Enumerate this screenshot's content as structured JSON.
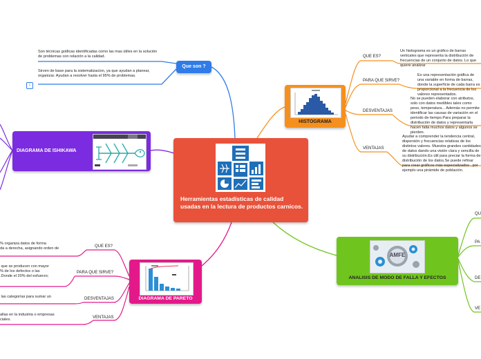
{
  "center": {
    "title": "Herramientas estadísticas  de calidad usadas en la lectura de productos carnicos."
  },
  "que_son": {
    "label": "Que son ?",
    "texts": [
      "Son técnicas gráficas identificadas como las mas útiles en la solución de problemas con relación a la calidad.",
      "Sirven de base para la sistematizacion, ya que ayudan a planear, organizar. Ayudan a resolver hasta el 95% de problemas."
    ],
    "info_icon": "info-icon"
  },
  "ishikawa": {
    "title": "DIAGRAMA DE ISHIKAWA"
  },
  "histograma": {
    "title": "HISTOGRAMA",
    "items": [
      {
        "label": "QUE ES?",
        "text": "Un histograma es un gráfico de barras verticales que representa la distribución de frecuencias de un conjunto de datos. Lo que quiere analizar"
      },
      {
        "label": "PARA QUE SIRVE?",
        "text": "Es una representación gráfica de una variable en forma de barras, donde la superficie de cada barra es proporcional a la frecuencia de los valores representados."
      },
      {
        "label": "DESVENTAJAS",
        "text": "No se pueden elaborar con atributos, solo con datos medibles tales como peso, temperatura... Además no permite identificar las causas de variación en el periodo de tiempo.Para preparar la distribución de datos y representarla hacen falta muchos datos y algunos se pierden."
      },
      {
        "label": "VENTAJAS",
        "text": "Ayudar a comprender la tendencia central, dispersión y frecuencias relativas de los distintos valores. Muestra grandes cantidades de datos dando una visión clara y sencilla de su distribución.Es útil para preciar la forma de distribución de los datos.Se puede refinar para crear gráficos más especializados , por ejemplo una pirámide de población."
      }
    ]
  },
  "amfe": {
    "title": "ANALISIS DE MODO DE FALLA Y EFECTOS",
    "logo_text": "AMFE",
    "items": [
      "QU",
      "PA",
      "DE",
      "VE"
    ]
  },
  "pareto": {
    "title": "DIAGRAMA DE PARETO",
    "items": [
      {
        "label": "QUE ES?",
        "text": "% organiza datos de forma\nda a derecha, asignando orden de"
      },
      {
        "label": "PARA QUE SIRVE?",
        "text": " que se producen con mayor\n% de los defectos o las\n.Donde el 20% del esfuerzo;"
      },
      {
        "label": "DESVENTAJAS",
        "text": " las categorías para sumar un"
      },
      {
        "label": "VENTAJAS",
        "text": "allas en la industria o empresas\nciales."
      }
    ]
  },
  "colors": {
    "center": "#e8523a",
    "que_son": "#2f7be8",
    "ishikawa": "#7b2be0",
    "histograma": "#f5901e",
    "amfe": "#6fc51e",
    "pareto": "#e3198a"
  }
}
